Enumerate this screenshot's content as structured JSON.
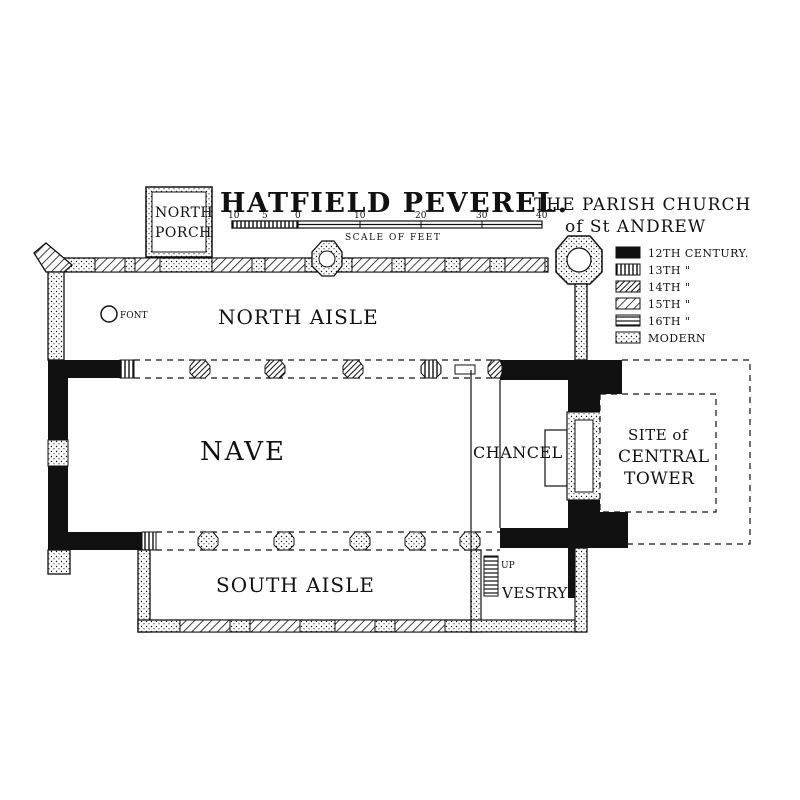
{
  "title": {
    "main": "HATFIELD PEVEREL.",
    "sub1": "THE PARISH CHURCH",
    "sub2": "of St ANDREW"
  },
  "scale": {
    "label": "SCALE OF FEET",
    "ticks": [
      "10",
      "5",
      "0",
      "10",
      "20",
      "30",
      "40"
    ]
  },
  "rooms": {
    "north_porch_1": "NORTH",
    "north_porch_2": "PORCH",
    "north_aisle": "NORTH AISLE",
    "font": "FONT",
    "nave": "NAVE",
    "chancel": "CHANCEL",
    "site_1": "SITE of",
    "site_2": "CENTRAL",
    "site_3": "TOWER",
    "south_aisle": "SOUTH AISLE",
    "vestry": "VESTRY",
    "up": "UP"
  },
  "legend": [
    {
      "label": "12TH CENTURY.",
      "pattern": "solid"
    },
    {
      "label": "13TH  \"",
      "pattern": "vertical"
    },
    {
      "label": "14TH  \"",
      "pattern": "diag-dense"
    },
    {
      "label": "15TH  \"",
      "pattern": "diag"
    },
    {
      "label": "16TH  \"",
      "pattern": "horizontal"
    },
    {
      "label": "MODERN",
      "pattern": "dots"
    }
  ],
  "colors": {
    "ink": "#111111",
    "paper": "#ffffff"
  }
}
